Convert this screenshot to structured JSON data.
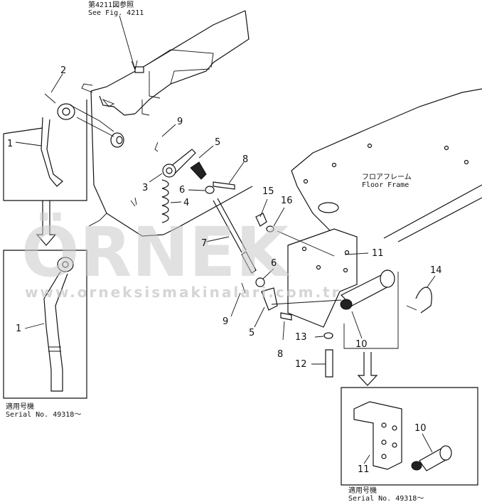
{
  "figure_reference": {
    "japanese": "第4211図参照",
    "english": "See Fig. 4211"
  },
  "floor_frame": {
    "japanese": "フロアフレーム",
    "english": "Floor Frame"
  },
  "serial_left": {
    "japanese": "適用号機",
    "english": "Serial No. 49318～"
  },
  "serial_right": {
    "japanese": "適用号機",
    "english": "Serial No. 49318～"
  },
  "watermark": {
    "brand": "ÖRNEK",
    "url": "www.orneksismakinalari.com.tr"
  },
  "callouts": {
    "c1a": "1",
    "c2": "2",
    "c1b": "1",
    "c3": "3",
    "c4": "4",
    "c5a": "5",
    "c6a": "6",
    "c7": "7",
    "c8a": "8",
    "c9a": "9",
    "c15": "15",
    "c16": "16",
    "c11a": "11",
    "c6b": "6",
    "c9b": "9",
    "c5b": "5",
    "c8b": "8",
    "c13": "13",
    "c12": "12",
    "c10a": "10",
    "c14": "14",
    "c10b": "10",
    "c11b": "11"
  }
}
